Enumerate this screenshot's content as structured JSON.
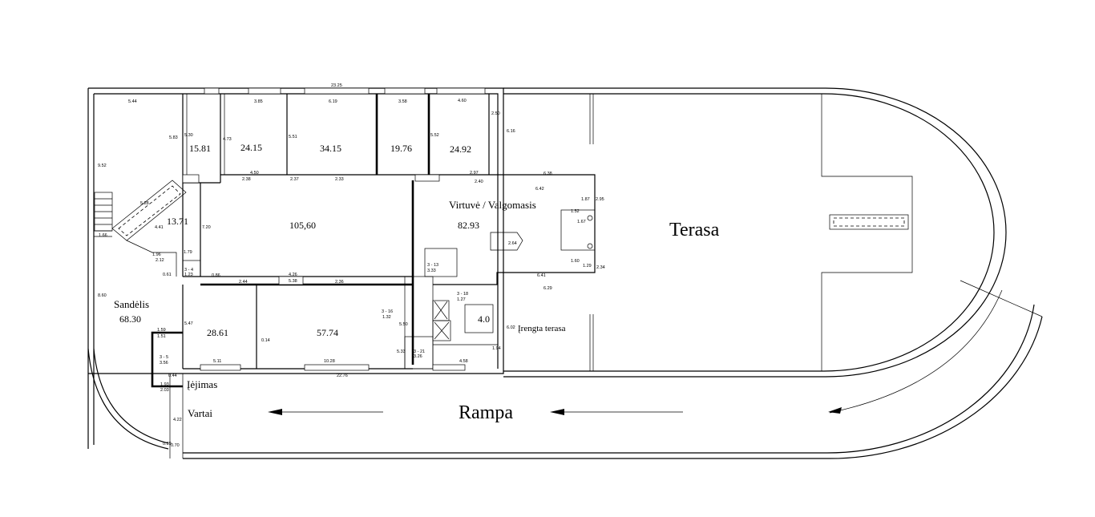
{
  "labels": {
    "terasa": "Terasa",
    "rampa": "Rampa",
    "virtuve": "Virtuvė / Valgomasis",
    "sandelis": "Sandėlis",
    "iejimas": "Įėjimas",
    "vartai": "Vartai",
    "irengta_terasa": "Įrengta terasa"
  },
  "areas": {
    "a1581": "15.81",
    "a2415": "24.15",
    "a3415": "34.15",
    "a1976": "19.76",
    "a2492": "24.92",
    "a1371": "13.71",
    "a10560": "105,60",
    "a8293": "82.93",
    "a6830": "68.30",
    "a2861": "28.61",
    "a5774": "57.74",
    "a40": "4.0"
  },
  "dims": {
    "d2325": "23.25",
    "d544": "5.44",
    "d952": "9.52",
    "d583": "5.83",
    "d530": "5.30",
    "d385": "3.85",
    "d619": "6.19",
    "d358": "3.58",
    "d460": "4.60",
    "d616": "6.16",
    "d250": "2.50",
    "d552": "5.52",
    "d551": "5.51",
    "d473": "4.73",
    "d450": "4.50",
    "d238": "2.38",
    "d237": "2.37",
    "d233": "2.33",
    "d297": "2.97",
    "d240": "2.40",
    "d638": "6.38",
    "d642": "6.42",
    "d187": "1.87",
    "d295": "2.95",
    "d152": "1.52",
    "d167": "1.67",
    "d264": "2.64",
    "d641": "6.41",
    "d629": "6.29",
    "d234": "2.34",
    "d160": "1.60",
    "d129": "1.29",
    "d720": "7.20",
    "d528": "5.28",
    "d441": "4.41",
    "d166": "1.66",
    "d860": "8.60",
    "d196": "1.96",
    "d212": "2.12",
    "d179": "1.79",
    "d244": "2.44",
    "d426": "4.26",
    "d236": "2.36",
    "d547": "5.47",
    "d511": "5.11",
    "d1028": "10.28",
    "d2276": "22.76",
    "d458": "4.58",
    "d602": "6.02",
    "d194": "1.94",
    "d193": "1.93",
    "d203": "2.03",
    "d422": "4.22",
    "d039": "0.39",
    "d070": "0.70",
    "d533": "5.33",
    "d159": "1.59",
    "d151": "1.51",
    "d014": "0.14",
    "d086": "0.86",
    "d044": "0.44",
    "d061": "0.61",
    "d550": "5.50",
    "d538": "5.38"
  },
  "rooms": {
    "r316": "3 - 16",
    "r316a": "1.32",
    "r313": "3 - 13",
    "r313a": "3.33",
    "r318": "3 - 18",
    "r318a": "1.27",
    "r321": "3 - 21",
    "r321a": "3.26",
    "r34": "3 - 4",
    "r34a": "1.23",
    "r35": "3 - 5",
    "r35a": "3.56"
  }
}
